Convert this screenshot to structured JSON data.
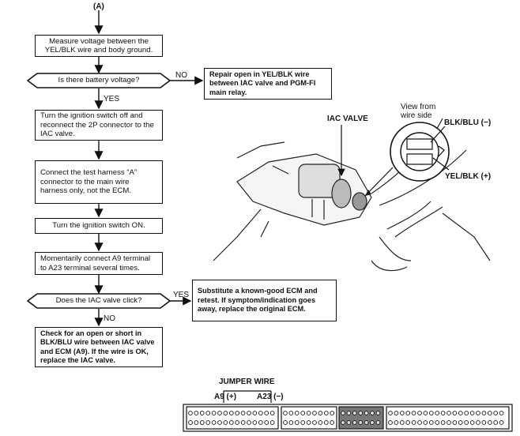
{
  "start_label": "(A)",
  "steps": {
    "measure": "Measure voltage between the YEL/BLK wire and body ground.",
    "decision1": "Is there battery voltage?",
    "no1": "NO",
    "repair": "Repair open in YEL/BLK wire between IAC valve and PGM-FI main relay.",
    "yes1": "YES",
    "turn_off": "Turn the ignition switch off and reconnect the 2P connector to the IAC valve.",
    "connect_harness": "Connect the test harness “A” connector to the main wire harness only, not the ECM.",
    "turn_on": "Turn the ignition switch ON.",
    "momentary": "Momentarily connect A9 terminal to A23 terminal several times.",
    "decision2": "Does the IAC valve click?",
    "yes2": "YES",
    "substitute": "Substitute a known-good ECM and retest. If symptom/indication goes away, replace the original ECM.",
    "no2": "NO",
    "check": "Check for an open or short in BLK/BLU wire between IAC valve and ECM (A9). If the wire is OK, replace the IAC valve."
  },
  "illustration": {
    "iac_valve": "IAC VALVE",
    "view_from": "View from",
    "wire_side": "wire side",
    "blk_blu": "BLK/BLU (−)",
    "yel_blk": "YEL/BLK (+)"
  },
  "connector": {
    "jumper_wire": "JUMPER WIRE",
    "a9": "A9 (+)",
    "a23": "A23 (−)"
  }
}
